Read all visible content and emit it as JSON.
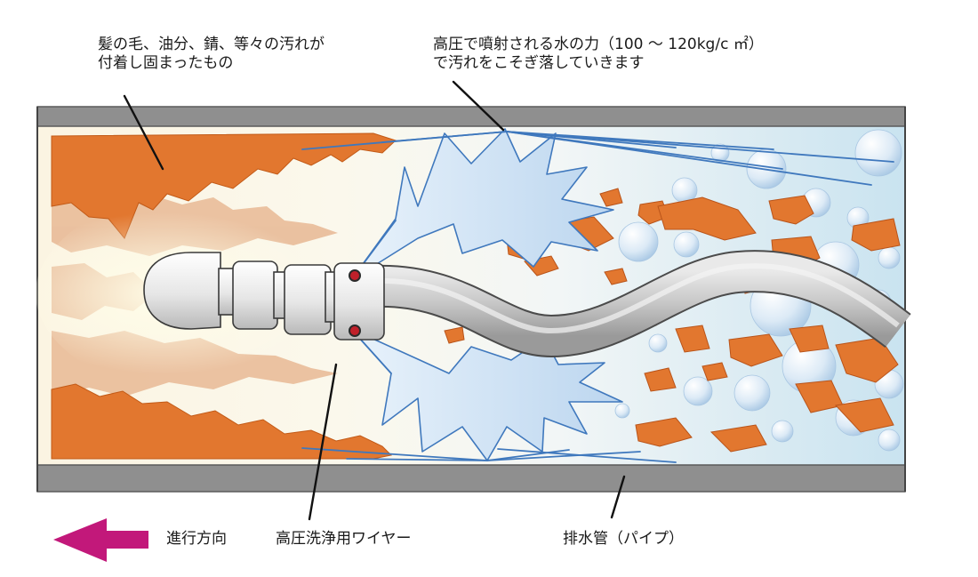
{
  "labels": {
    "debris": {
      "line1": "髪の毛、油分、錆、等々の汚れが",
      "line2": "付着し固まったもの"
    },
    "water_force": {
      "line1": "高圧で噴射される水の力（100 ～ 120kg/c ㎡）",
      "line2": "で汚れをこそぎ落していきます"
    },
    "direction": "進行方向",
    "wire": "高圧洗浄用ワイヤー",
    "pipe": "排水管（パイプ）"
  },
  "colors": {
    "pipe_wall": "#8f8f8f",
    "debris": "#e0752f",
    "debris_light": "#e6b48f",
    "water": "#4a86c8",
    "arrow": "#c2187a",
    "hose": "#c8c8c8"
  },
  "icons": {
    "arrow": "left-arrow-icon",
    "nozzle": "nozzle-icon"
  }
}
